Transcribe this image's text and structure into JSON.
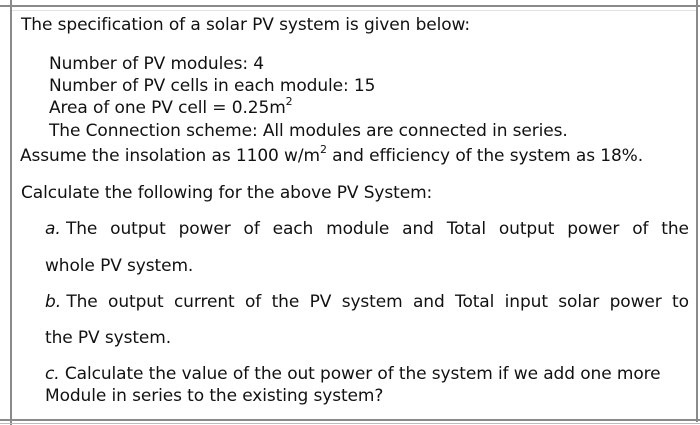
{
  "document": {
    "intro": "The specification of a solar PV system is given below:",
    "specs": [
      "Number of PV modules: 4",
      "Number of PV cells in each module: 15",
      "Area of one PV cell = 0.25m",
      "The Connection scheme: All modules are connected in series."
    ],
    "area_superscript": "2",
    "assumption": {
      "before": "Assume the insolation as 1100 w/m",
      "superscript": "2",
      "after": " and efficiency of the system as 18%."
    },
    "task_intro": "Calculate the following for the above PV System:",
    "questions": [
      {
        "label": "a.",
        "line1_words": [
          "The",
          "output",
          "power",
          "of",
          "each",
          "module",
          "and",
          "Total",
          "output",
          "power",
          "of",
          "the"
        ],
        "line2": "whole PV system."
      },
      {
        "label": "b.",
        "line1_words": [
          "The",
          "output",
          "current",
          "of",
          "the",
          "PV",
          "system",
          "and",
          "Total",
          "input",
          "solar",
          "power",
          "to"
        ],
        "line2": "the PV system."
      },
      {
        "label": "c.",
        "line1": "Calculate the value of the out power of the system if we add one more",
        "line2": "Module in series to the existing system?"
      }
    ]
  },
  "colors": {
    "border": "#8a8a8a",
    "text": "#111111",
    "background": "#ffffff"
  }
}
